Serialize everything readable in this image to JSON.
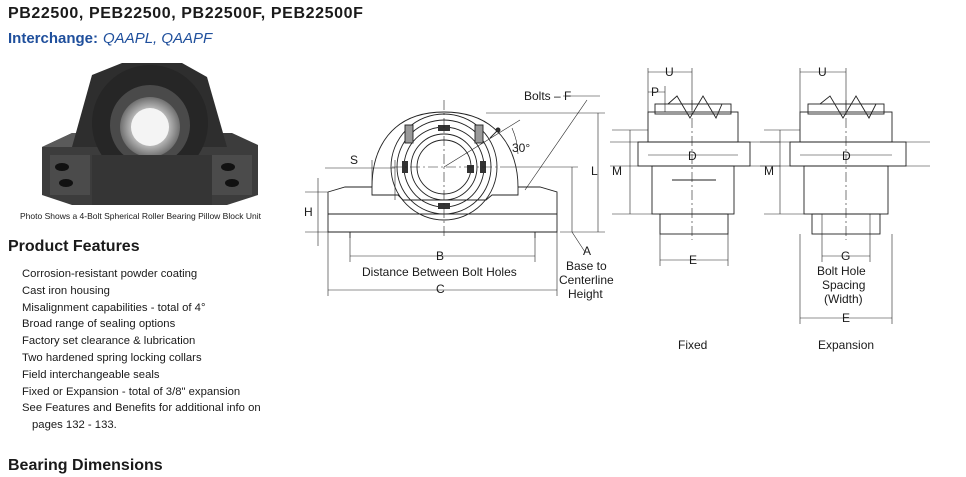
{
  "header": {
    "title": "PB22500, PEB22500, PB22500F, PEB22500F",
    "interchange_label": "Interchange:",
    "interchange_value": "QAAPL, QAAPF"
  },
  "photo": {
    "caption": "Photo Shows a 4-Bolt Spherical Roller Bearing Pillow Block Unit"
  },
  "features": {
    "heading": "Product Features",
    "items": [
      "Corrosion-resistant powder coating",
      "Cast iron housing",
      "Misalignment capabilities - total of 4°",
      "Broad range of sealing options",
      "Factory set clearance & lubrication",
      "Two hardened spring locking collars",
      "Field interchangeable seals",
      "Fixed or Expansion - total of 3/8\" expansion",
      "See Features and Benefits for additional info on",
      "pages 132 - 133."
    ]
  },
  "drawing": {
    "labels": {
      "bolts": "Bolts – F",
      "angle": "30°",
      "S": "S",
      "H": "H",
      "L": "L",
      "B": "B",
      "B_desc": "Distance Between Bolt Holes",
      "C": "C",
      "A": "A",
      "A_desc_1": "Base to",
      "A_desc_2": "Centerline",
      "A_desc_3": "Height",
      "U": "U",
      "P": "P",
      "M": "M",
      "D": "D",
      "E": "E",
      "G": "G",
      "G_desc_1": "Bolt Hole",
      "G_desc_2": "Spacing",
      "G_desc_3": "(Width)",
      "fixed": "Fixed",
      "expansion": "Expansion"
    }
  },
  "dimensions": {
    "heading": "Bearing Dimensions"
  }
}
